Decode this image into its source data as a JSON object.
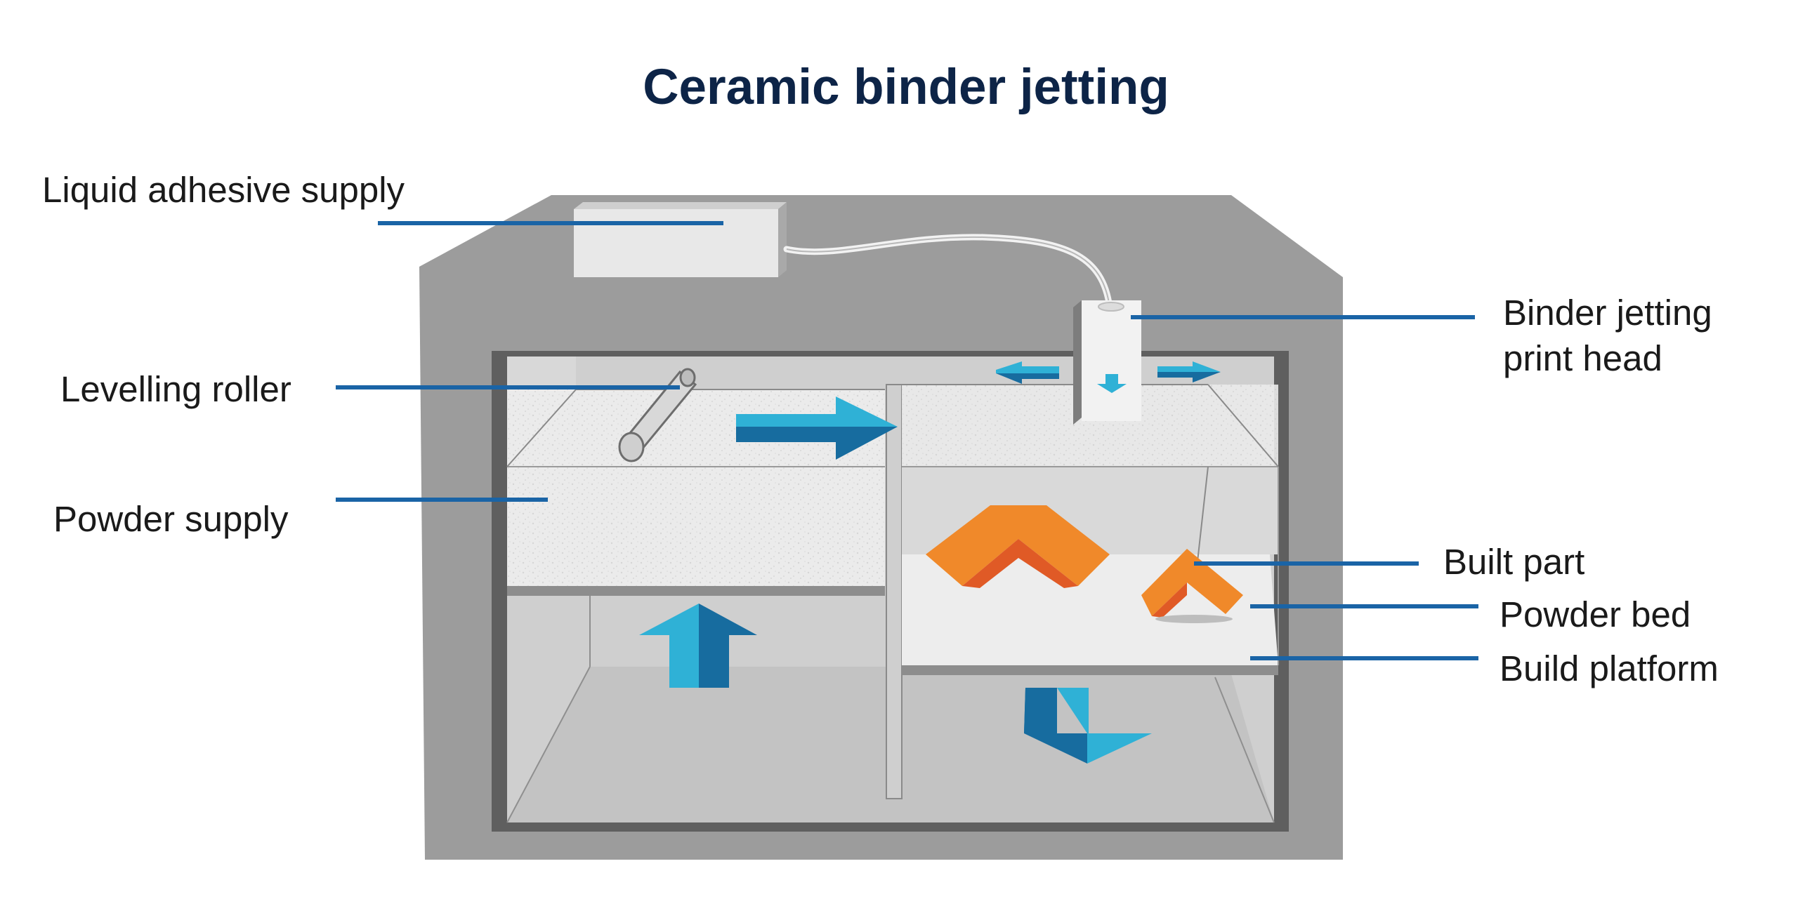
{
  "title": "Ceramic binder jetting",
  "labels": {
    "liquid_adhesive_supply": "Liquid adhesive supply",
    "levelling_roller": "Levelling roller",
    "powder_supply": "Powder supply",
    "binder_jetting_print_head_line1": "Binder jetting",
    "binder_jetting_print_head_line2": "print head",
    "built_part": "Built part",
    "powder_bed": "Powder bed",
    "build_platform": "Build platform"
  },
  "colors": {
    "title": "#0d2447",
    "label_text": "#1a1a1a",
    "leader_line": "#1a64a6",
    "housing": "#9c9c9c",
    "powder": "#ececec",
    "arrow_light": "#2fb1d6",
    "arrow_dark": "#176c9f",
    "part_orange": "#f0892a",
    "part_red": "#e05a26"
  }
}
